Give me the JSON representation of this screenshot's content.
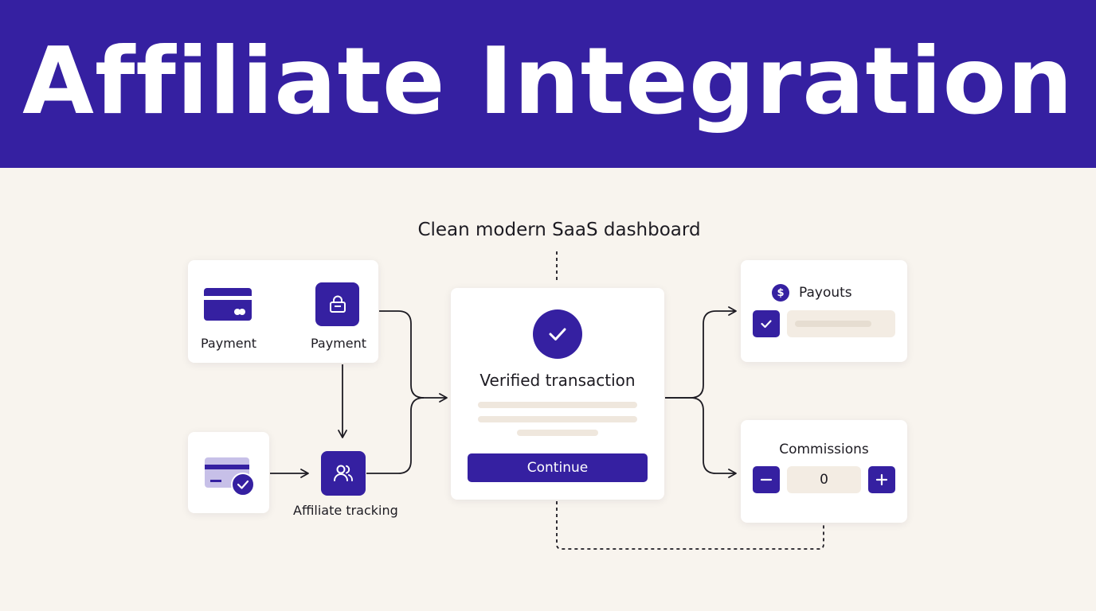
{
  "banner": {
    "title": "Affiliate Integration"
  },
  "subtitle": "Clean modern SaaS dashboard",
  "payment_card": {
    "left_label": "Payment",
    "right_label": "Payment"
  },
  "tracking": {
    "label": "Affiliate tracking"
  },
  "verified_card": {
    "title": "Verified transaction",
    "continue_label": "Continue"
  },
  "payouts_card": {
    "currency_symbol": "$",
    "title": "Payouts"
  },
  "commissions_card": {
    "title": "Commissions",
    "value": "0"
  },
  "colors": {
    "brand": "#3520a1",
    "background": "#f8f4ee",
    "placeholder_bar": "#efe7dd"
  }
}
